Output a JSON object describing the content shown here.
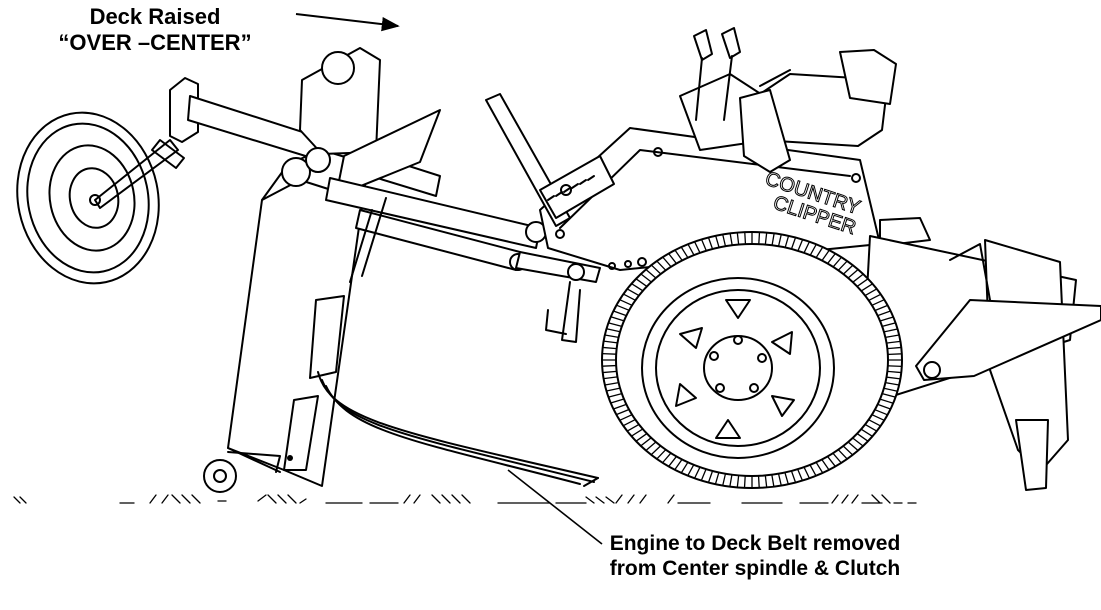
{
  "labels": {
    "top_line1": "Deck Raised",
    "top_line2": "“OVER –CENTER”",
    "bottom_line1": "Engine to Deck Belt removed",
    "bottom_line2": "from Center spindle & Clutch"
  },
  "brand": {
    "line1": "COUNTRY",
    "line2": "CLIPPER"
  }
}
